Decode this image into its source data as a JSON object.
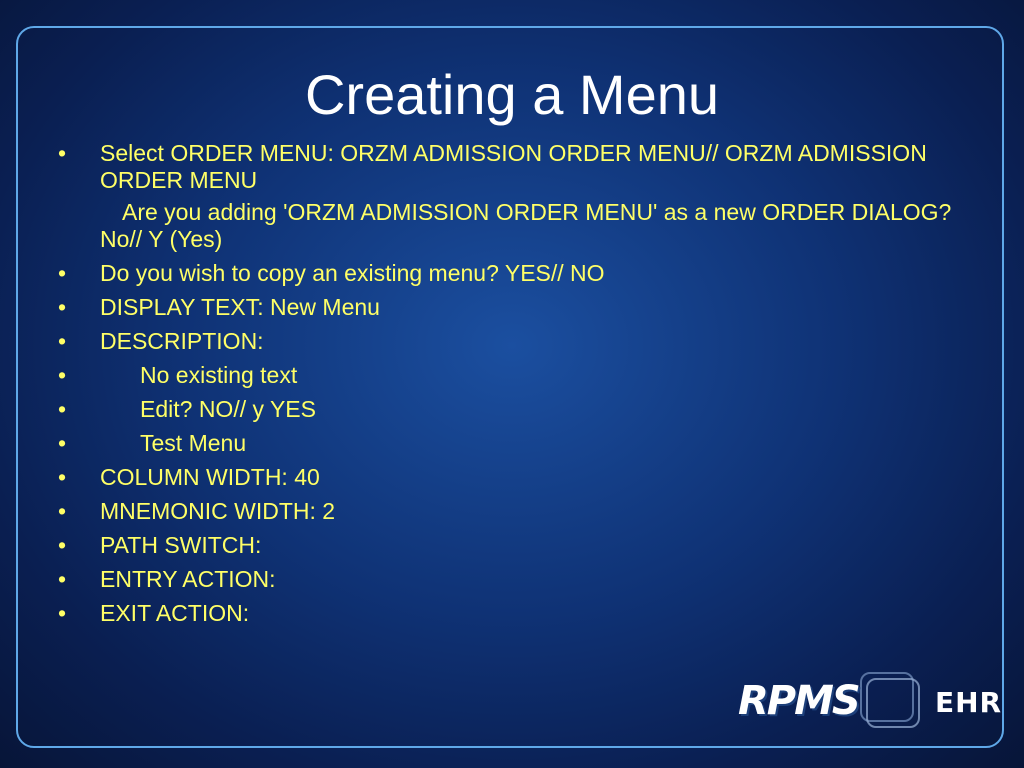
{
  "slide": {
    "title": "Creating a Menu",
    "bullet_symbol": "•",
    "bullets": [
      {
        "text": "Select ORDER MENU: ORZM ADMISSION ORDER MENU// ORZM ADMISSION ORDER MENU"
      },
      {
        "text": "Do you wish to copy an existing menu? YES// NO"
      },
      {
        "text": "DISPLAY TEXT: New Menu"
      },
      {
        "text": "DESCRIPTION:"
      },
      {
        "text": "No existing text"
      },
      {
        "text": "Edit? NO// y  YES"
      },
      {
        "text": "Test Menu"
      },
      {
        "text": "COLUMN WIDTH: 40"
      },
      {
        "text": "MNEMONIC WIDTH: 2"
      },
      {
        "text": "PATH SWITCH:"
      },
      {
        "text": "ENTRY ACTION:"
      },
      {
        "text": "EXIT ACTION:"
      }
    ],
    "continuation": "Are you adding 'ORZM ADMISSION ORDER MENU' as a new ORDER DIALOG? No// Y  (Yes)",
    "colors": {
      "background": "#0f3275",
      "border": "#5fa8e8",
      "title": "#ffffff",
      "bullet_text": "#ffff66"
    }
  },
  "logo": {
    "rpms": "RPMS",
    "ehr": "EHR"
  }
}
